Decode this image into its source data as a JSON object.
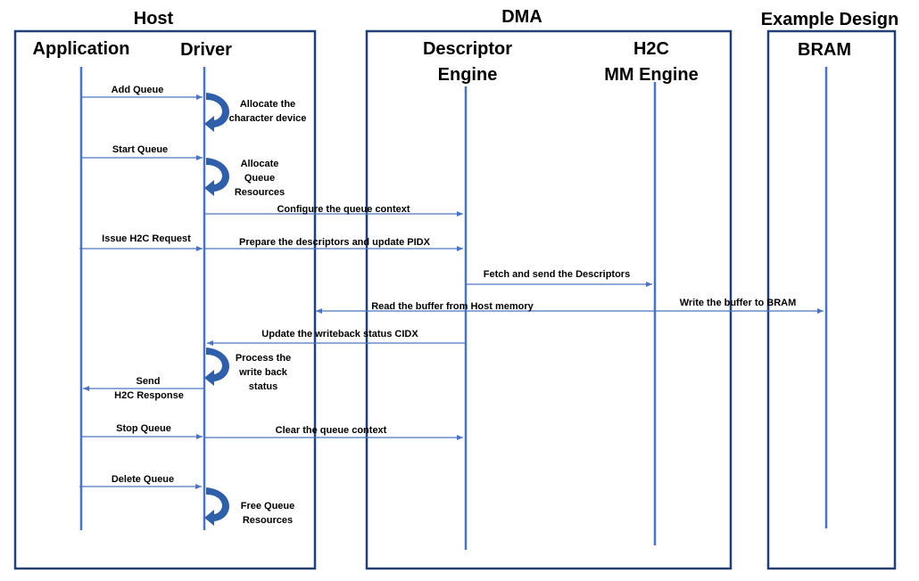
{
  "groups": {
    "host": "Host",
    "dma": "DMA",
    "example_design": "Example Design"
  },
  "lanes": {
    "application": "Application",
    "driver": "Driver",
    "descriptor_engine": [
      "Descriptor",
      "Engine"
    ],
    "h2c_mm_engine": [
      "H2C",
      "MM Engine"
    ],
    "bram": "BRAM"
  },
  "messages": {
    "add_queue": "Add Queue",
    "start_queue": "Start  Queue",
    "configure_context": "Configure the queue context",
    "issue_h2c": "Issue H2C Request",
    "prepare_descriptors": "Prepare the descriptors and update PIDX",
    "fetch_descriptors": "Fetch and send the Descriptors",
    "read_buffer": "Read the buffer from Host memory",
    "write_bram": "Write the buffer to BRAM",
    "update_writeback": "Update the writeback status CIDX",
    "send_response": [
      "Send",
      "H2C Response"
    ],
    "stop_queue": "Stop  Queue",
    "clear_context": "Clear the queue context",
    "delete_queue": "Delete Queue"
  },
  "notes": {
    "allocate_char_device": [
      "Allocate the",
      "character device"
    ],
    "allocate_queue_resources": [
      "Allocate",
      "Queue",
      "Resources"
    ],
    "process_writeback": [
      "Process the",
      "write back",
      "status"
    ],
    "free_queue_resources": [
      "Free Queue",
      "Resources"
    ]
  },
  "colors": {
    "box_border": "#243f73",
    "lifeline": "#4a74c1",
    "self_loop": "#2e5fa8"
  }
}
